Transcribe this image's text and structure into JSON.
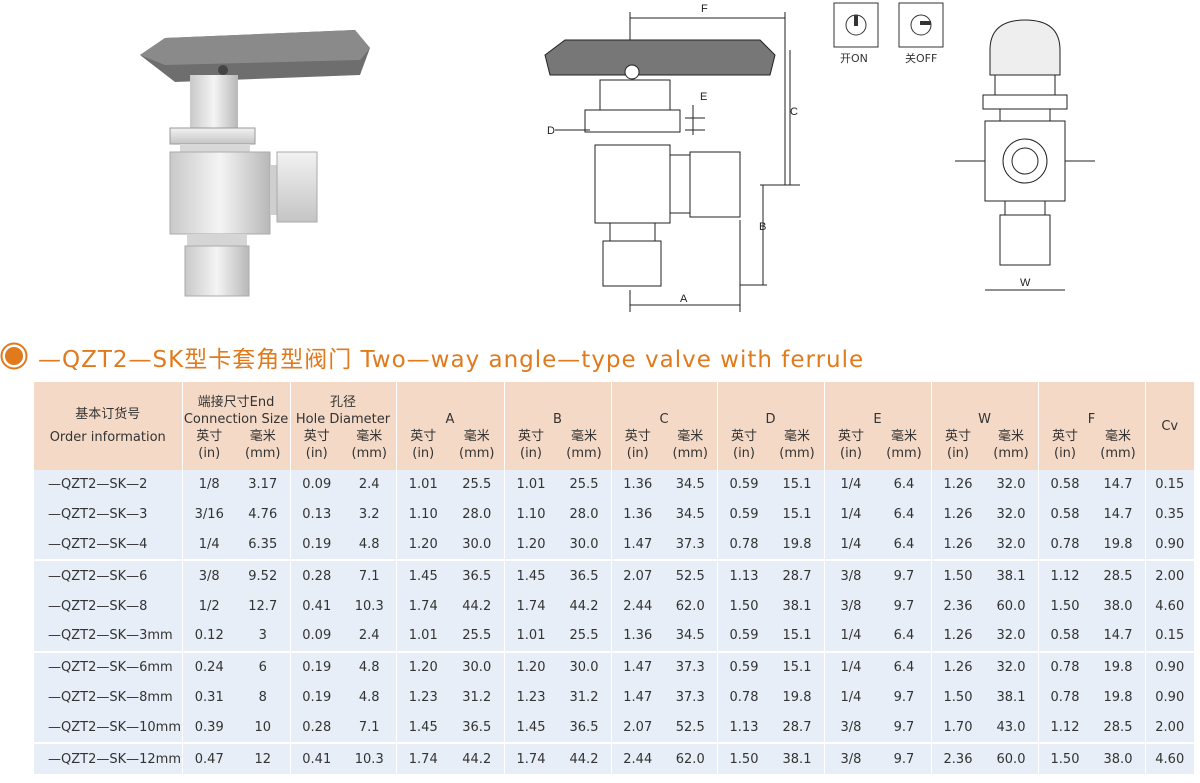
{
  "images": {
    "photo_alt": "valve-photo",
    "drawing_dims": {
      "F": "F",
      "C": "C",
      "E": "E",
      "D": "D",
      "B": "B",
      "A": "A",
      "W": "W"
    },
    "positions": {
      "on_label": "开ON",
      "off_label": "关OFF"
    }
  },
  "title": "—QZT2—SK型卡套角型阀门 Two—way angle—type valve with ferrule",
  "colors": {
    "accent": "#e07a1c",
    "header_bg": "#f4d9c6",
    "row_bg": "#e7eef7"
  },
  "table": {
    "order_cn": "基本订货号",
    "order_en": "Order information",
    "conn_line1": "端接尺寸End",
    "conn_line2": "Connection Size",
    "hole_cn": "孔径",
    "hole_en": "Hole Diameter",
    "dims": [
      "A",
      "B",
      "C",
      "D",
      "E",
      "W",
      "F"
    ],
    "cv": "Cv",
    "unit_in_cn": "英寸",
    "unit_in": "(in)",
    "unit_mm_cn": "毫米",
    "unit_mm": "(mm)",
    "rows": [
      [
        "—QZT2—SK—2",
        "1/8",
        "3.17",
        "0.09",
        "2.4",
        "1.01",
        "25.5",
        "1.01",
        "25.5",
        "1.36",
        "34.5",
        "0.59",
        "15.1",
        "1/4",
        "6.4",
        "1.26",
        "32.0",
        "0.58",
        "14.7",
        "0.15"
      ],
      [
        "—QZT2—SK—3",
        "3/16",
        "4.76",
        "0.13",
        "3.2",
        "1.10",
        "28.0",
        "1.10",
        "28.0",
        "1.36",
        "34.5",
        "0.59",
        "15.1",
        "1/4",
        "6.4",
        "1.26",
        "32.0",
        "0.58",
        "14.7",
        "0.35"
      ],
      [
        "—QZT2—SK—4",
        "1/4",
        "6.35",
        "0.19",
        "4.8",
        "1.20",
        "30.0",
        "1.20",
        "30.0",
        "1.47",
        "37.3",
        "0.78",
        "19.8",
        "1/4",
        "6.4",
        "1.26",
        "32.0",
        "0.78",
        "19.8",
        "0.90"
      ],
      [
        "—QZT2—SK—6",
        "3/8",
        "9.52",
        "0.28",
        "7.1",
        "1.45",
        "36.5",
        "1.45",
        "36.5",
        "2.07",
        "52.5",
        "1.13",
        "28.7",
        "3/8",
        "9.7",
        "1.50",
        "38.1",
        "1.12",
        "28.5",
        "2.00"
      ],
      [
        "—QZT2—SK—8",
        "1/2",
        "12.7",
        "0.41",
        "10.3",
        "1.74",
        "44.2",
        "1.74",
        "44.2",
        "2.44",
        "62.0",
        "1.50",
        "38.1",
        "3/8",
        "9.7",
        "2.36",
        "60.0",
        "1.50",
        "38.0",
        "4.60"
      ],
      [
        "—QZT2—SK—3mm",
        "0.12",
        "3",
        "0.09",
        "2.4",
        "1.01",
        "25.5",
        "1.01",
        "25.5",
        "1.36",
        "34.5",
        "0.59",
        "15.1",
        "1/4",
        "6.4",
        "1.26",
        "32.0",
        "0.58",
        "14.7",
        "0.15"
      ],
      [
        "—QZT2—SK—6mm",
        "0.24",
        "6",
        "0.19",
        "4.8",
        "1.20",
        "30.0",
        "1.20",
        "30.0",
        "1.47",
        "37.3",
        "0.59",
        "15.1",
        "1/4",
        "6.4",
        "1.26",
        "32.0",
        "0.78",
        "19.8",
        "0.90"
      ],
      [
        "—QZT2—SK—8mm",
        "0.31",
        "8",
        "0.19",
        "4.8",
        "1.23",
        "31.2",
        "1.23",
        "31.2",
        "1.47",
        "37.3",
        "0.78",
        "19.8",
        "1/4",
        "9.7",
        "1.50",
        "38.1",
        "0.78",
        "19.8",
        "0.90"
      ],
      [
        "—QZT2—SK—10mm",
        "0.39",
        "10",
        "0.28",
        "7.1",
        "1.45",
        "36.5",
        "1.45",
        "36.5",
        "2.07",
        "52.5",
        "1.13",
        "28.7",
        "3/8",
        "9.7",
        "1.70",
        "43.0",
        "1.12",
        "28.5",
        "2.00"
      ],
      [
        "—QZT2—SK—12mm",
        "0.47",
        "12",
        "0.41",
        "10.3",
        "1.74",
        "44.2",
        "1.74",
        "44.2",
        "2.44",
        "62.0",
        "1.50",
        "38.1",
        "3/8",
        "9.7",
        "2.36",
        "60.0",
        "1.50",
        "38.0",
        "4.60"
      ]
    ]
  }
}
